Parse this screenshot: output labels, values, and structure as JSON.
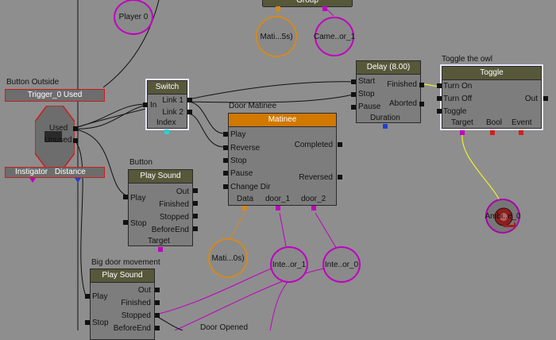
{
  "canvas": {
    "captions": {
      "button_outside": "Button Outside",
      "door_matinee": "Door Matinee",
      "button": "Button",
      "big_door_movement": "Big door movement",
      "toggle_the_owl": "Toggle the owl",
      "door_opened": "Door Opened"
    },
    "top_node": {
      "title": "Group"
    },
    "trigger": {
      "title": "Trigger_0 Used",
      "out_used": "Used",
      "out_unused": "Unused",
      "var_instigator": "Instigator",
      "var_distance": "Distance"
    },
    "switch_node": {
      "title": "Switch",
      "in": "In",
      "out1": "Link 1",
      "out2": "Link 2",
      "var_index": "Index"
    },
    "matinee": {
      "title": "Matinee",
      "in_play": "Play",
      "in_reverse": "Reverse",
      "in_stop": "Stop",
      "in_pause": "Pause",
      "in_change_dir": "Change Dir",
      "out_completed": "Completed",
      "out_reversed": "Reversed",
      "var_data": "Data",
      "var_door1": "door_1",
      "var_door2": "door_2"
    },
    "delay": {
      "title": "Delay (8.00)",
      "in_start": "Start",
      "in_stop": "Stop",
      "in_pause": "Pause",
      "out_finished": "Finished",
      "out_aborted": "Aborted",
      "var_duration": "Duration"
    },
    "toggle": {
      "title": "Toggle",
      "in_on": "Turn On",
      "in_off": "Turn Off",
      "in_toggle": "Toggle",
      "out": "Out",
      "var_target": "Target",
      "var_bool": "Bool",
      "var_event": "Event"
    },
    "play_sound_1": {
      "title": "Play Sound",
      "in_play": "Play",
      "in_stop": "Stop",
      "out_out": "Out",
      "out_finished": "Finished",
      "out_stopped": "Stopped",
      "out_before_end": "BeforeEnd",
      "var_target": "Target"
    },
    "play_sound_2": {
      "title": "Play Sound",
      "in_play": "Play",
      "in_stop": "Stop",
      "out_out": "Out",
      "out_finished": "Finished",
      "out_stopped": "Stopped",
      "out_before_end": "BeforeEnd"
    },
    "variables": {
      "player": "Player 0",
      "mati_5s": "Mati...5s)",
      "came_or1": "Came..or_1",
      "mati_0s": "Mati...0s)",
      "inte_or1": "Inte..or_1",
      "inte_or0": "Inte..or_0",
      "ambient": "Ambi..e_0"
    },
    "colors": {
      "background": "#8e8e8e",
      "node_body": "#7d7d7d",
      "title_olive": "#57573a",
      "title_orange": "#d07800",
      "object_var": "#c000c0",
      "float_var": "#d38a20",
      "yellow_link": "#f0f030",
      "selection": "#e6e6ff"
    }
  }
}
